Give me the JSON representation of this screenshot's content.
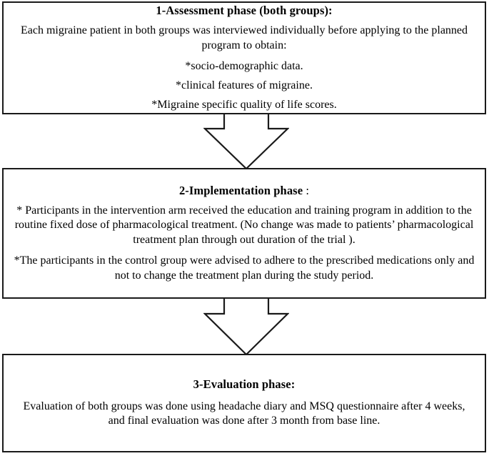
{
  "diagram": {
    "title": "Study phases flowchart",
    "colors": {
      "border": "#1a1a1a",
      "background": "#ffffff",
      "text": "#000000"
    },
    "boxes": [
      {
        "id": "assessment",
        "heading": "1-Assessment phase (both groups):",
        "heading_colon_thin": "",
        "paragraphs": [
          "Each migraine patient in both groups was interviewed individually before applying to the planned program to obtain:"
        ],
        "bullets": [
          "*socio-demographic data.",
          "*clinical features of migraine.",
          "*Migraine specific quality of life scores."
        ]
      },
      {
        "id": "implementation",
        "heading": "2-Implementation phase",
        "heading_colon_thin": " :",
        "paragraphs": [
          "* Participants in the intervention arm received the education and training program in addition to the routine fixed dose of pharmacological treatment. (No change was made to patients’ pharmacological treatment plan through out duration of the trial ).",
          "*The participants in the control group were advised to adhere to the prescribed medications only and not to change the treatment plan during the study period."
        ],
        "bullets": []
      },
      {
        "id": "evaluation",
        "heading": "3-Evaluation phase:",
        "heading_colon_thin": "",
        "paragraphs": [
          "Evaluation of both groups was done using headache diary and MSQ questionnaire after 4 weeks, and final evaluation was done after 3 month from base line."
        ],
        "bullets": []
      }
    ],
    "connectors": [
      {
        "id": "arrow-assessment-to-implementation",
        "icon": "down-arrow-icon",
        "direction": "down"
      },
      {
        "id": "arrow-implementation-to-evaluation",
        "icon": "down-arrow-icon",
        "direction": "down"
      }
    ]
  }
}
